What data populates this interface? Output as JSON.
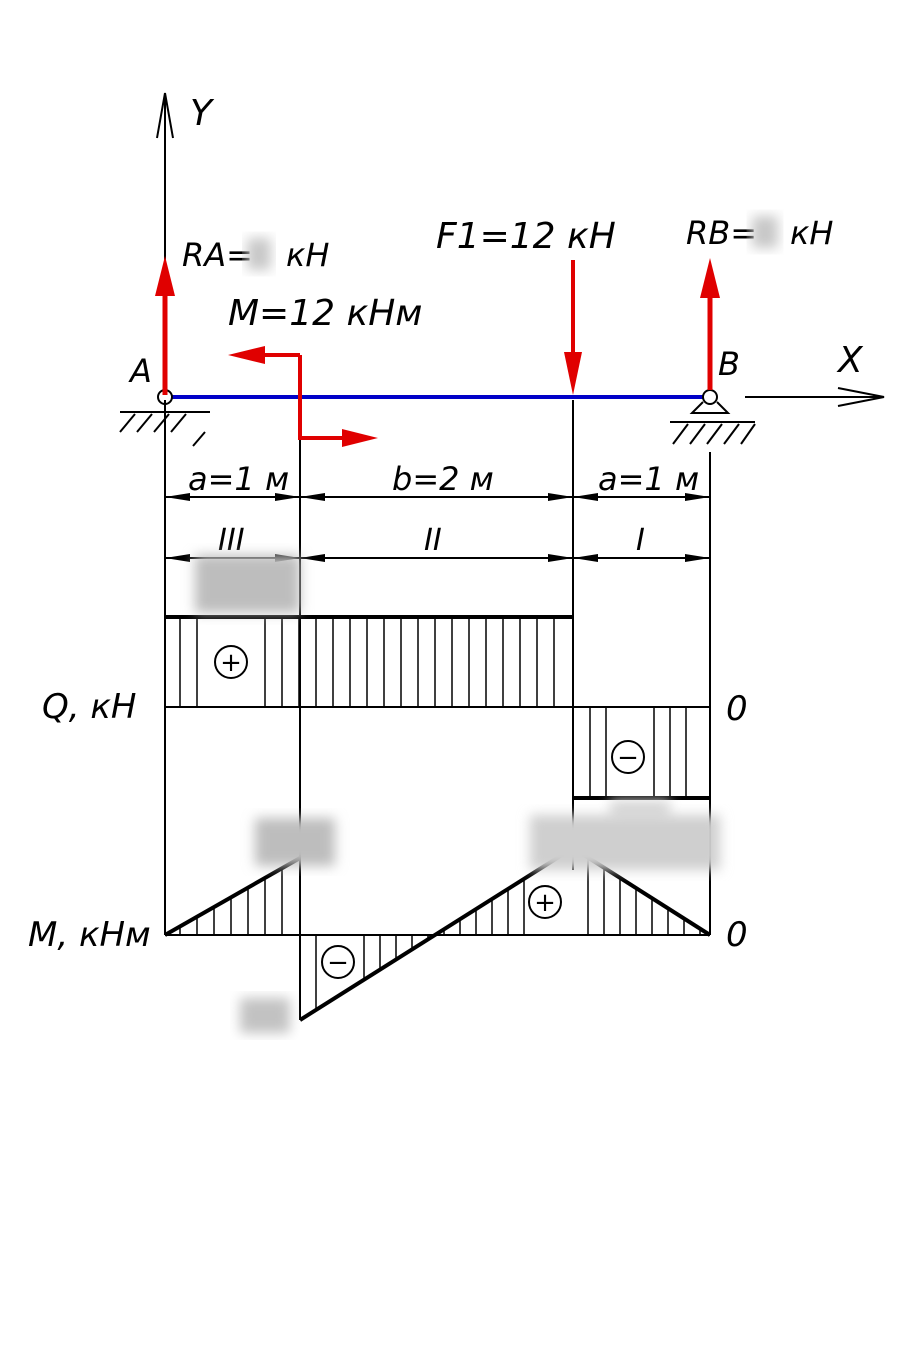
{
  "colors": {
    "load": "#e00000",
    "beam": "#0000c8",
    "line": "#000000"
  },
  "axes": {
    "y": "Y",
    "x": "X"
  },
  "supports": {
    "a": "A",
    "b": "B"
  },
  "forces": {
    "ra": "RA= ",
    "ra_unit": "кН",
    "rb": "RB= ",
    "rb_unit": "кН",
    "f1": "F1=12 кН",
    "m": "M=12 кНм"
  },
  "dimensions": {
    "a_left": "a=1 м",
    "b_mid": "b=2 м",
    "a_right": "a=1 м"
  },
  "sections": {
    "s3": "III",
    "s2": "II",
    "s1": "I"
  },
  "diagrams": {
    "q_label": "Q, кН",
    "q_zero": "0",
    "m_label": "M, кНм",
    "m_zero": "0",
    "plus": "+",
    "minus": "−"
  }
}
